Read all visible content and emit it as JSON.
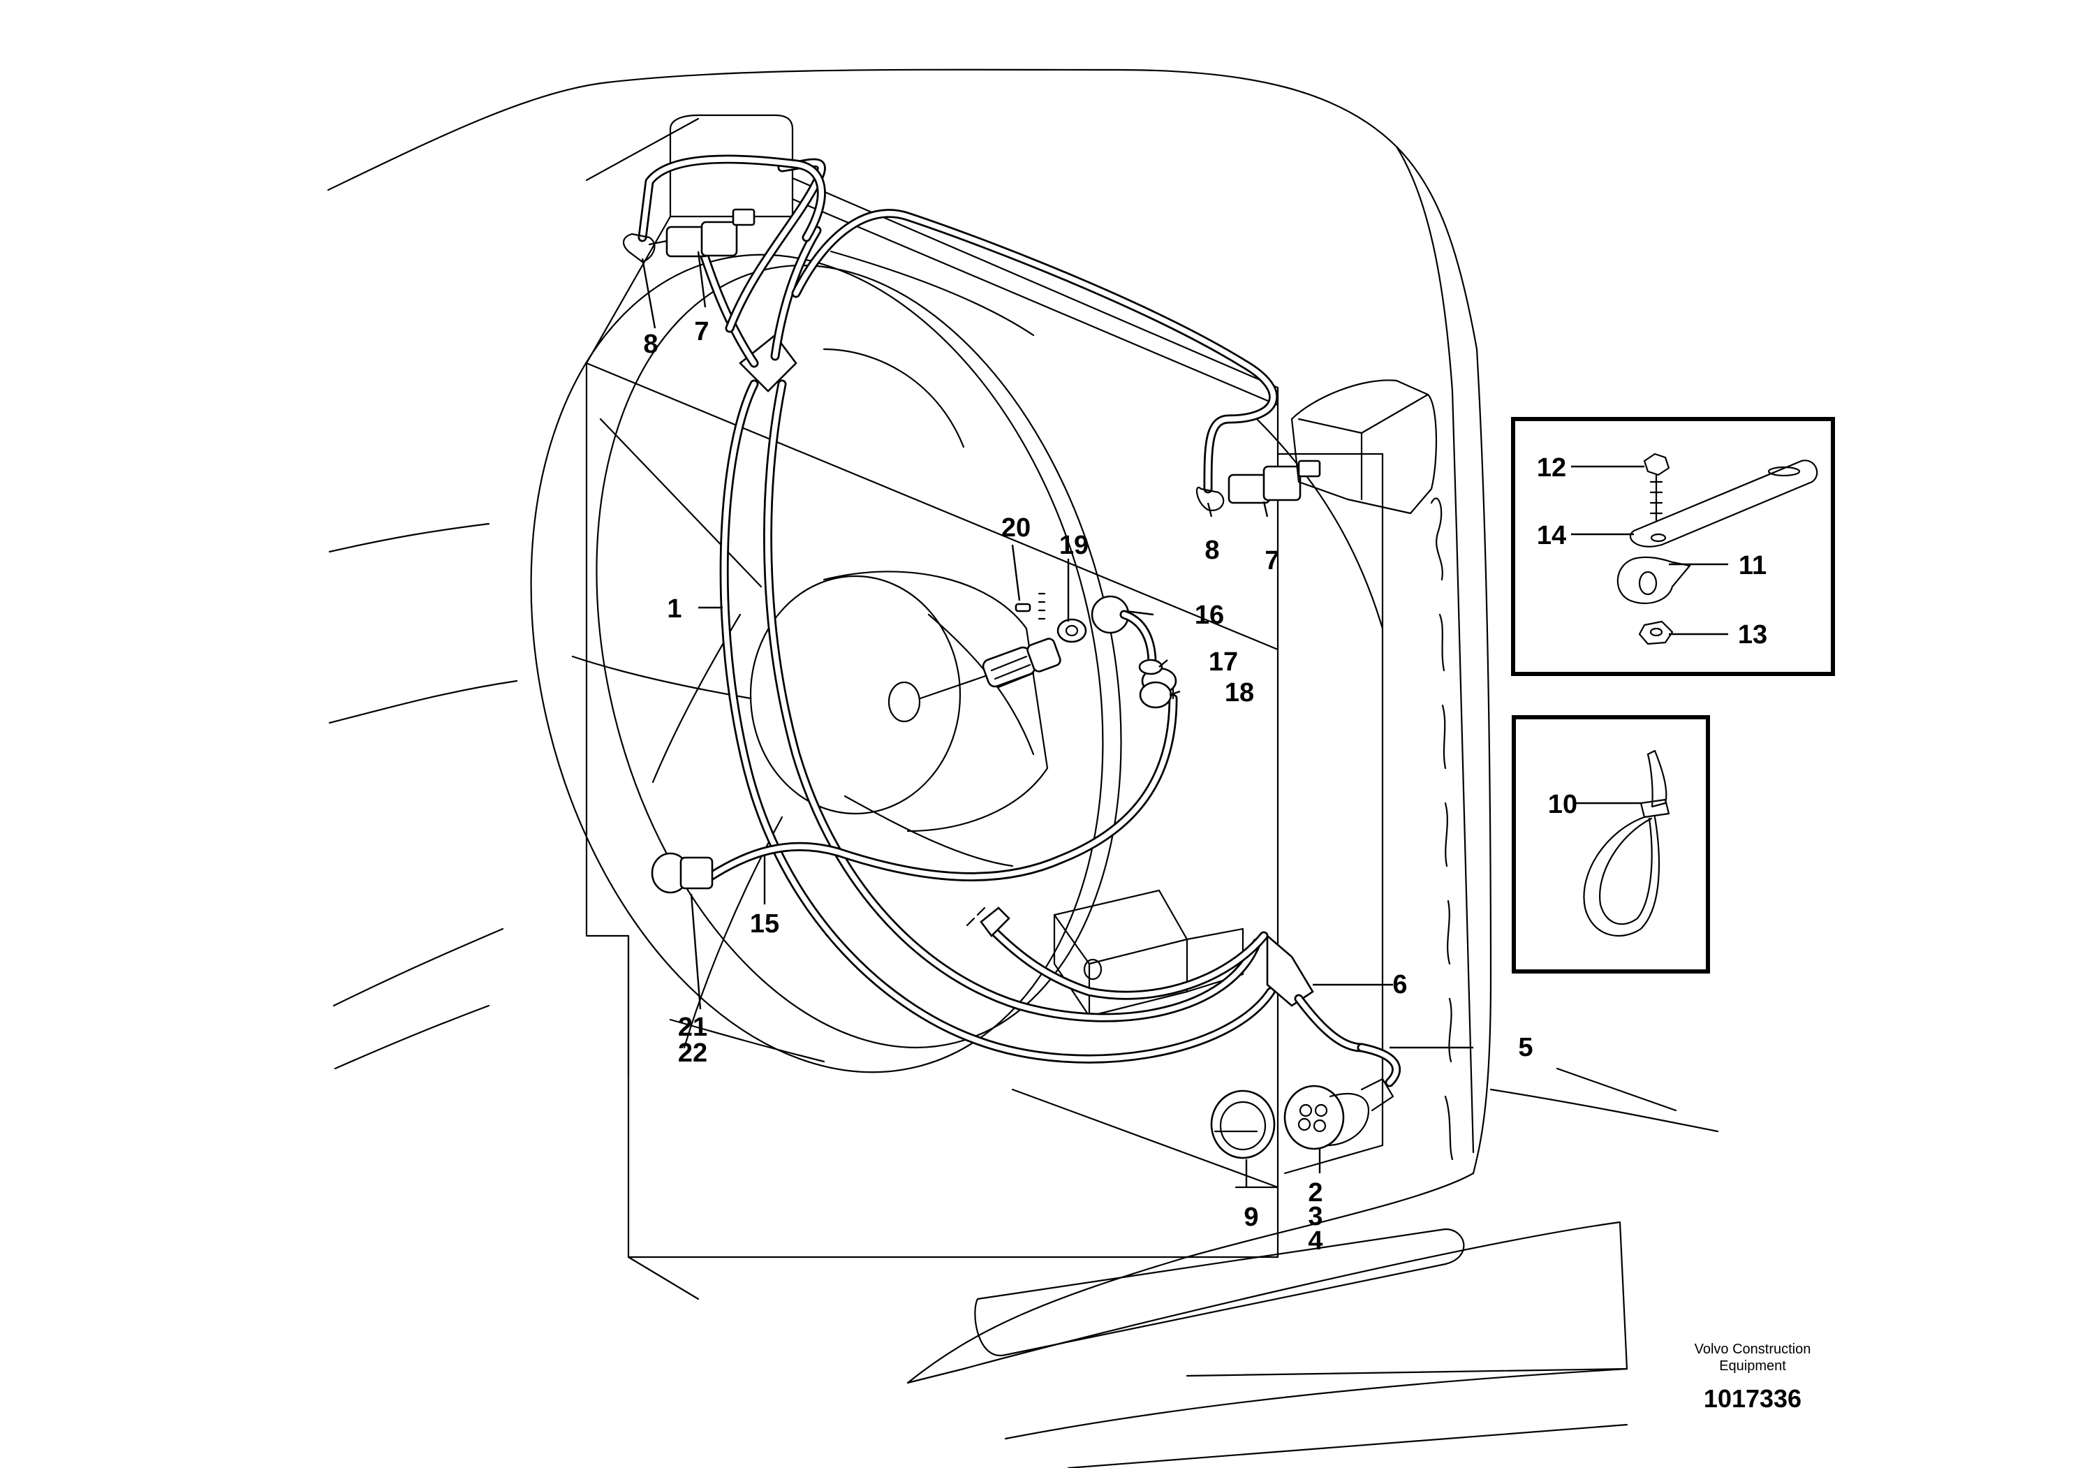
{
  "footer": {
    "company_line1": "Volvo Construction",
    "company_line2": "Equipment",
    "doc_number": "1017336"
  },
  "labels": {
    "l1": "1",
    "l2": "2",
    "l3": "3",
    "l4": "4",
    "l5": "5",
    "l6": "6",
    "l7a": "7",
    "l7b": "7",
    "l8a": "8",
    "l8b": "8",
    "l9": "9",
    "l10": "10",
    "l11": "11",
    "l12": "12",
    "l13": "13",
    "l14": "14",
    "l15": "15",
    "l16": "16",
    "l17": "17",
    "l18": "18",
    "l19": "19",
    "l20": "20",
    "l21": "21",
    "l22": "22"
  }
}
